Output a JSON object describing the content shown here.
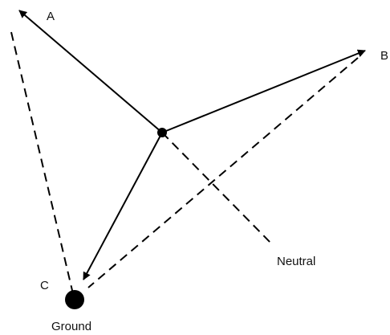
{
  "diagram": {
    "labels": {
      "a": "A",
      "b": "B",
      "c": "C",
      "neutral": "Neutral",
      "ground": "Ground"
    },
    "colors": {
      "stroke": "#000000",
      "background": "#ffffff"
    }
  }
}
